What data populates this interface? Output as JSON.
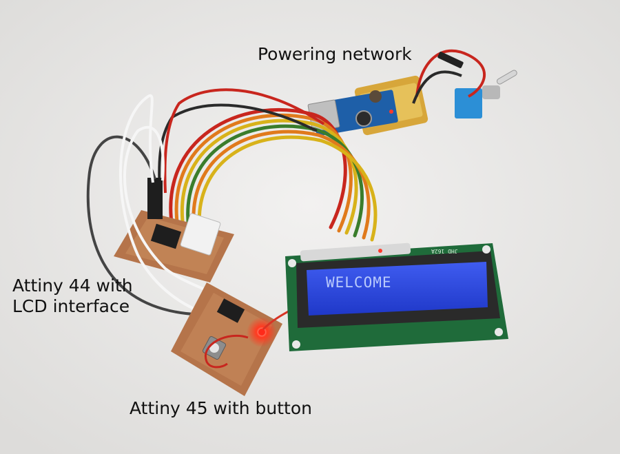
{
  "captions": {
    "powering_network": "Powering network",
    "attiny44_line1": "Attiny 44 with",
    "attiny44_line2": "LCD interface",
    "attiny45": "Attiny 45 with button"
  },
  "lcd": {
    "display_text": "WELCOME",
    "board_marking": "JHD 162A"
  },
  "colors": {
    "background": "#ecebea",
    "pcb_copper": "#b5744a",
    "lcd_pcb": "#1f6b3a",
    "lcd_screen": "#2443d8",
    "wire_red": "#c8261e",
    "wire_orange": "#e07a1c",
    "wire_yellow": "#d8b21a",
    "wire_green": "#3a7d2c",
    "wire_black": "#2a2a2a",
    "wire_white": "#f6f6f6",
    "led_red": "#ff2a1a"
  }
}
